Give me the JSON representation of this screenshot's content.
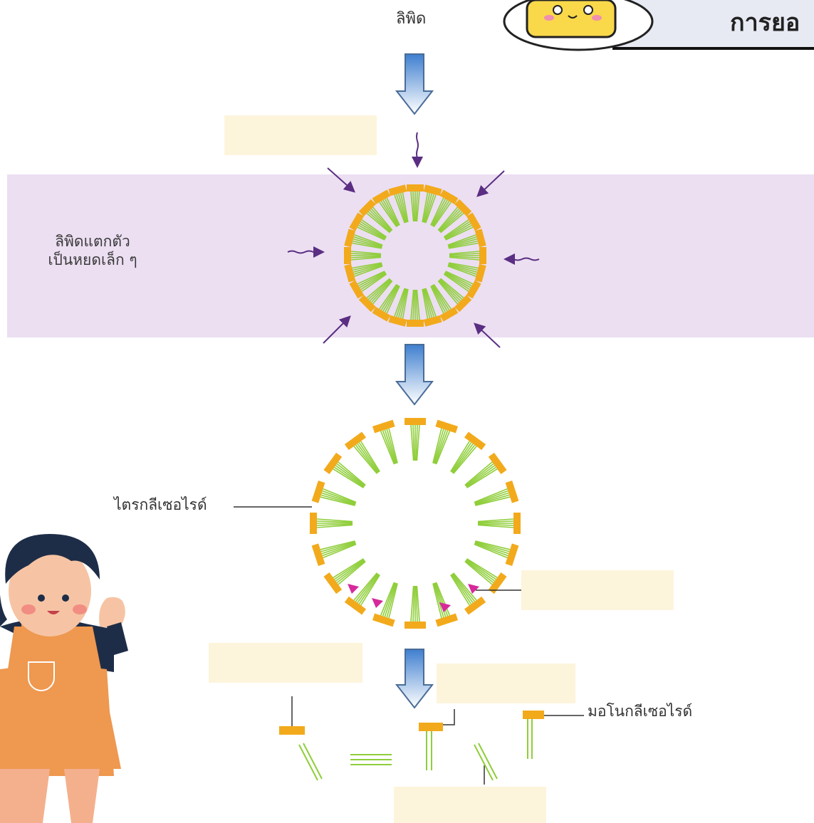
{
  "header": {
    "title": "การยอ"
  },
  "labels": {
    "lipid": "ลิพิด",
    "emulsify_line1": "ลิพิดแตกตัว",
    "emulsify_line2": "เป็นหยดเล็ก ๆ",
    "triglyceride": "ไตรกลีเซอไรด์",
    "monoglyceride": "มอโนกลีเซอไรด์"
  },
  "colors": {
    "band": "#ecdff2",
    "head": "#f2aa1c",
    "tail": "#8fce3a",
    "enzyme": "#d62a9b",
    "arrow": "#5a2e82",
    "blank": "#fdf4dc"
  }
}
